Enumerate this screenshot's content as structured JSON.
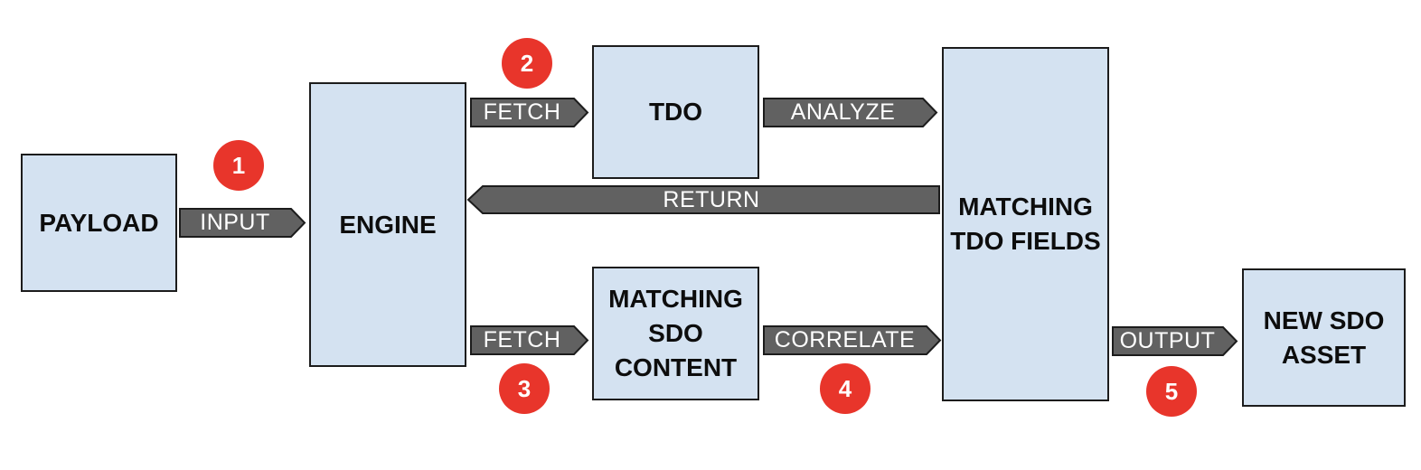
{
  "colors": {
    "box_fill": "#d4e2f1",
    "box_border": "#1c1c1c",
    "arrow_fill": "#616161",
    "badge_fill": "#e8352b"
  },
  "boxes": {
    "payload": "PAYLOAD",
    "engine": "ENGINE",
    "tdo": "TDO",
    "matching_sdo_content": "MATCHING\nSDO\nCONTENT",
    "matching_tdo_fields": "MATCHING\nTDO FIELDS",
    "new_sdo_asset": "NEW SDO\nASSET"
  },
  "arrows": {
    "input": "INPUT",
    "fetch_tdo": "FETCH",
    "analyze": "ANALYZE",
    "return": "RETURN",
    "fetch_sdo": "FETCH",
    "correlate": "CORRELATE",
    "output": "OUTPUT"
  },
  "steps": {
    "step1": "1",
    "step2": "2",
    "step3": "3",
    "step4": "4",
    "step5": "5"
  }
}
